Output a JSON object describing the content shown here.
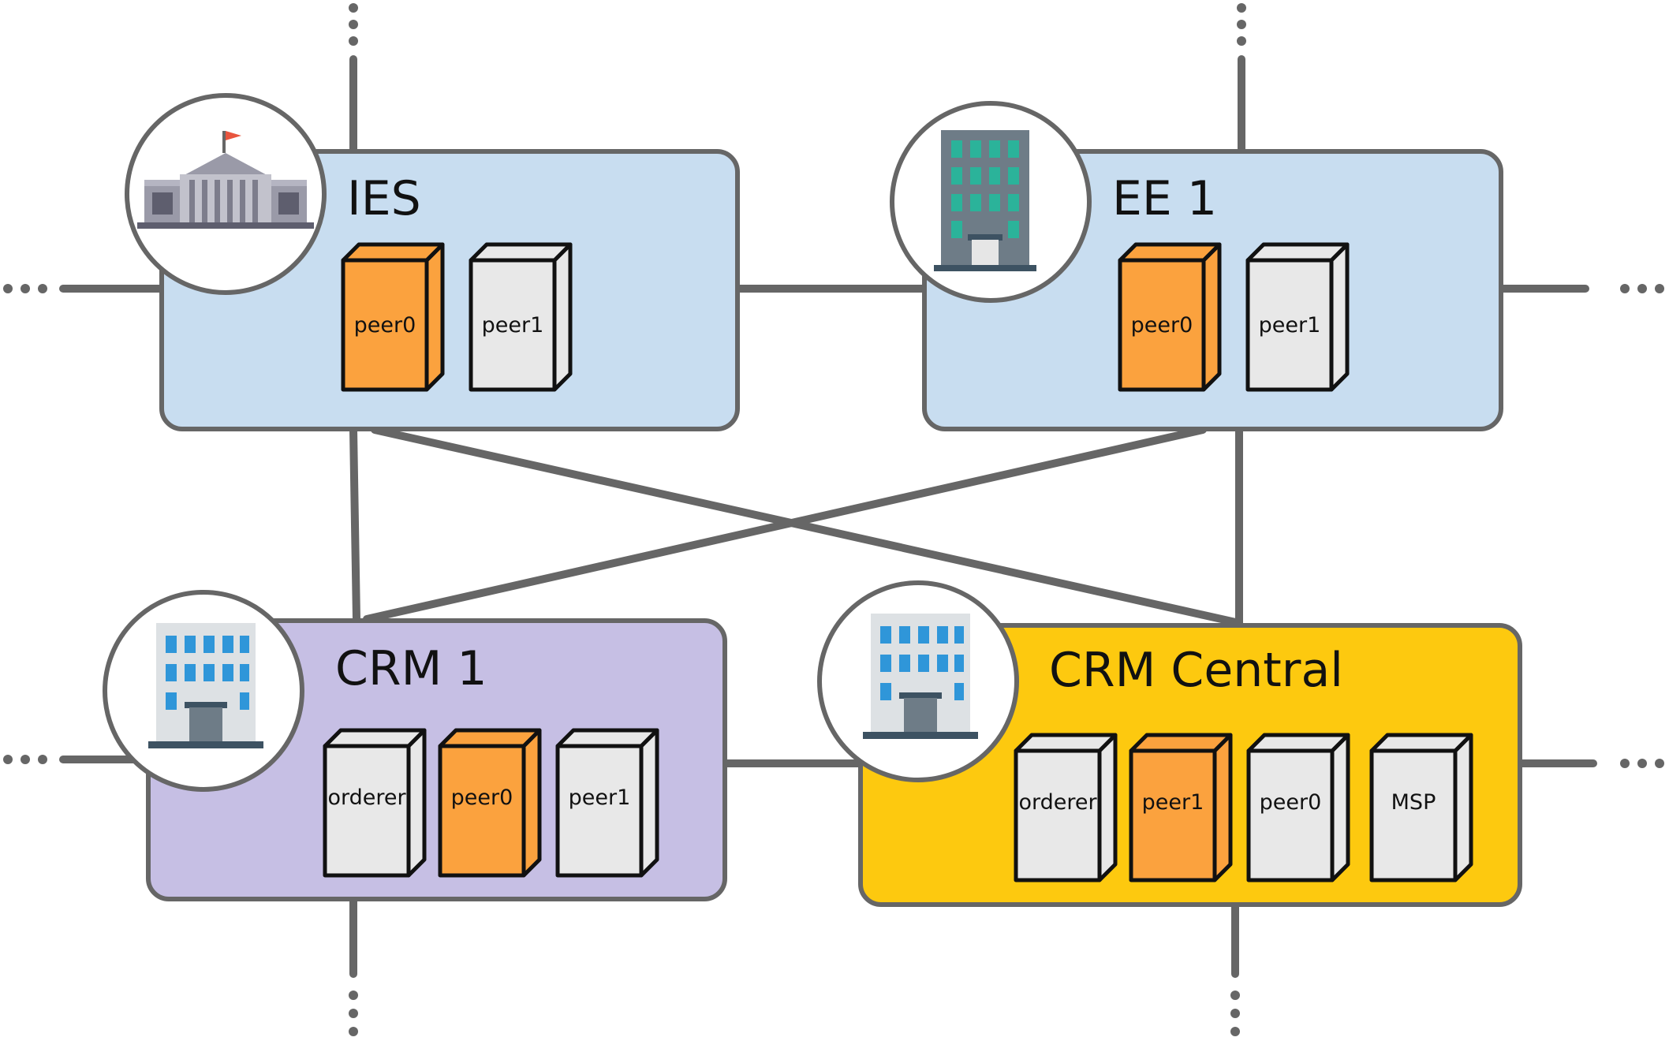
{
  "organizations": {
    "ies": {
      "name": "IES",
      "icon": "government-building-icon",
      "fill": "#c8ddf0",
      "nodes": [
        {
          "label": "peer0",
          "color": "#fba23e"
        },
        {
          "label": "peer1",
          "color": "#e8e8e8"
        }
      ]
    },
    "ee1": {
      "name": "EE 1",
      "icon": "office-tower-icon",
      "fill": "#c8ddf0",
      "nodes": [
        {
          "label": "peer0",
          "color": "#fba23e"
        },
        {
          "label": "peer1",
          "color": "#e8e8e8"
        }
      ]
    },
    "crm1": {
      "name": "CRM 1",
      "icon": "office-building-icon",
      "fill": "#c6bfe4",
      "nodes": [
        {
          "label": "orderer",
          "color": "#e8e8e8"
        },
        {
          "label": "peer0",
          "color": "#fba23e"
        },
        {
          "label": "peer1",
          "color": "#e8e8e8"
        }
      ]
    },
    "crm_central": {
      "name": "CRM Central",
      "icon": "office-building-icon",
      "fill": "#fdc90f",
      "nodes": [
        {
          "label": "orderer",
          "color": "#e8e8e8"
        },
        {
          "label": "peer1",
          "color": "#fba23e"
        },
        {
          "label": "peer0",
          "color": "#e8e8e8"
        },
        {
          "label": "MSP",
          "color": "#e8e8e8"
        }
      ]
    }
  },
  "colors": {
    "link": "#666666",
    "border": "#666666",
    "peer_active": "#fba23e",
    "peer_idle": "#e8e8e8"
  }
}
